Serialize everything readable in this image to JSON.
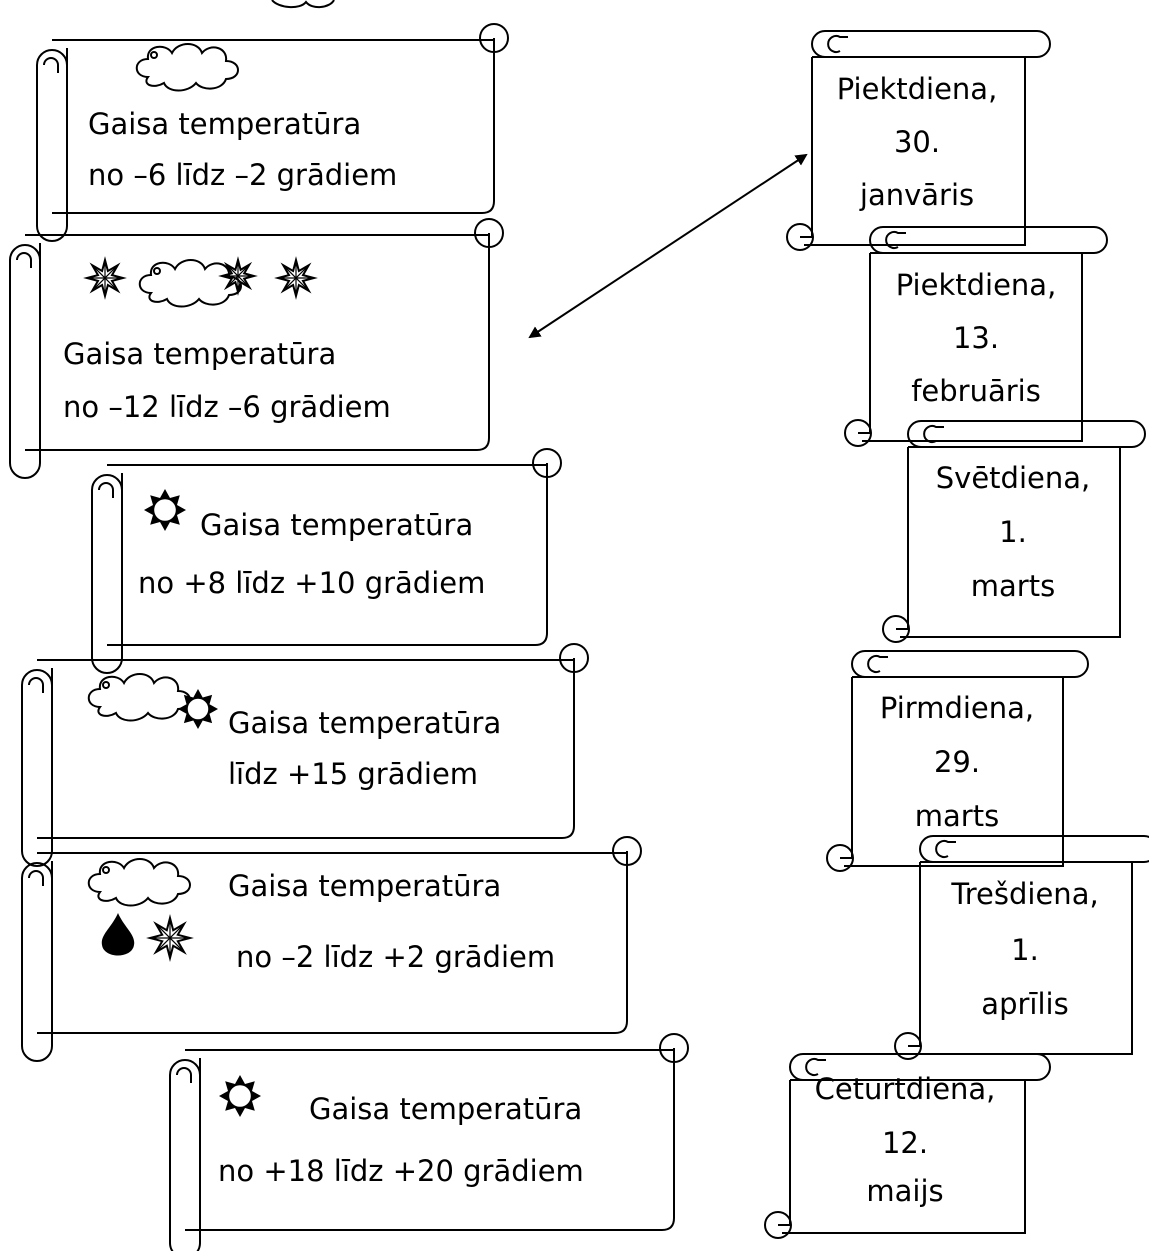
{
  "weather_cards": [
    {
      "icons": "cloud-icon",
      "line1": "Gaisa temperatūra",
      "line2": "no –6 līdz –2 grādiem"
    },
    {
      "icons": "cloud-snowflakes-icon",
      "line1": "Gaisa temperatūra",
      "line2": "no –12 līdz –6 grādiem"
    },
    {
      "icons": "sun-icon",
      "line1": "Gaisa temperatūra",
      "line2": "no +8 līdz +10 grādiem"
    },
    {
      "icons": "cloud-sun-icon",
      "line1": "Gaisa temperatūra",
      "line2": "līdz +15 grādiem"
    },
    {
      "icons": "cloud-rain-snow-icon",
      "line1": "Gaisa temperatūra",
      "line2": "no –2 līdz +2 grādiem"
    },
    {
      "icons": "sun-icon",
      "line1": "Gaisa temperatūra",
      "line2": "no +18 līdz +20 grādiem"
    }
  ],
  "date_cards": [
    {
      "day": "Piektdiena,",
      "num": "30.",
      "month": "janvāris"
    },
    {
      "day": "Piektdiena,",
      "num": "13.",
      "month": "februāris"
    },
    {
      "day": "Svētdiena,",
      "num": "1.",
      "month": "marts"
    },
    {
      "day": "Pirmdiena,",
      "num": "29.",
      "month": "marts"
    },
    {
      "day": "Trešdiena,",
      "num": "1.",
      "month": "aprīlis"
    },
    {
      "day": "Ceturtdiena,",
      "num": "12.",
      "month": "maijs"
    }
  ],
  "colors": {
    "curl": "#c8c8c8",
    "line": "#000000"
  }
}
